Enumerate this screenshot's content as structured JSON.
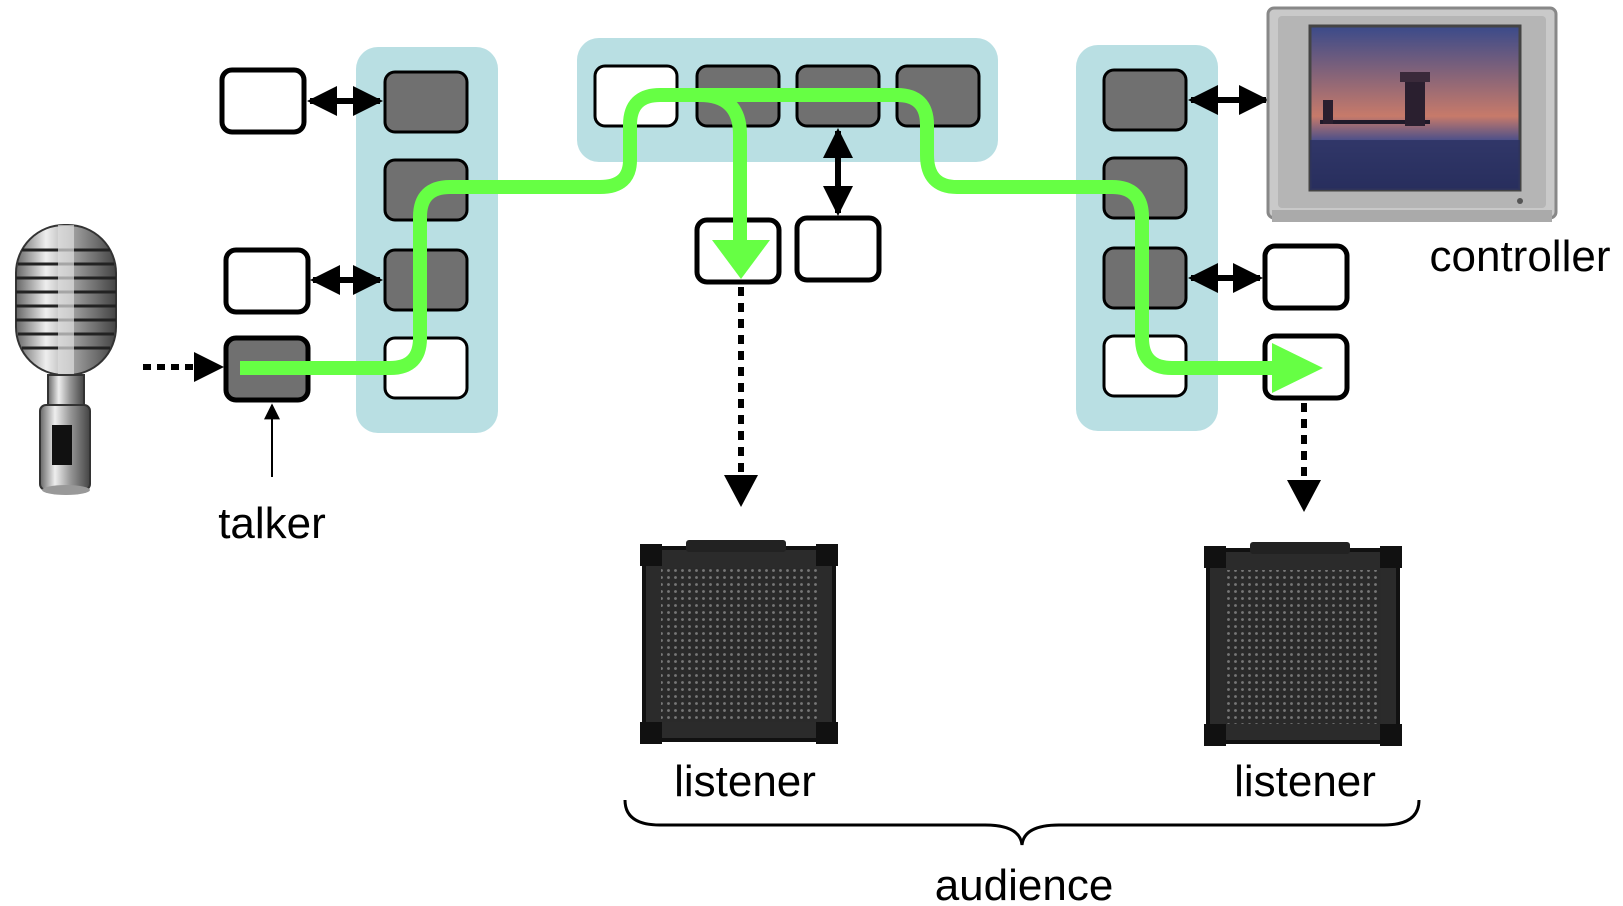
{
  "labels": {
    "talker": "talker",
    "controller": "controller",
    "listener_left": "listener",
    "listener_right": "listener",
    "audience": "audience"
  },
  "colors": {
    "bridge_fill": "#b9dfe3",
    "port_dark": "#707070",
    "port_light": "#ffffff",
    "stream_path": "#66ff44",
    "stroke": "#000000"
  },
  "icons": {
    "talker_device": "microphone-icon",
    "controller_device": "television-icon",
    "listener_devices": "speaker-amplifier-icon"
  }
}
